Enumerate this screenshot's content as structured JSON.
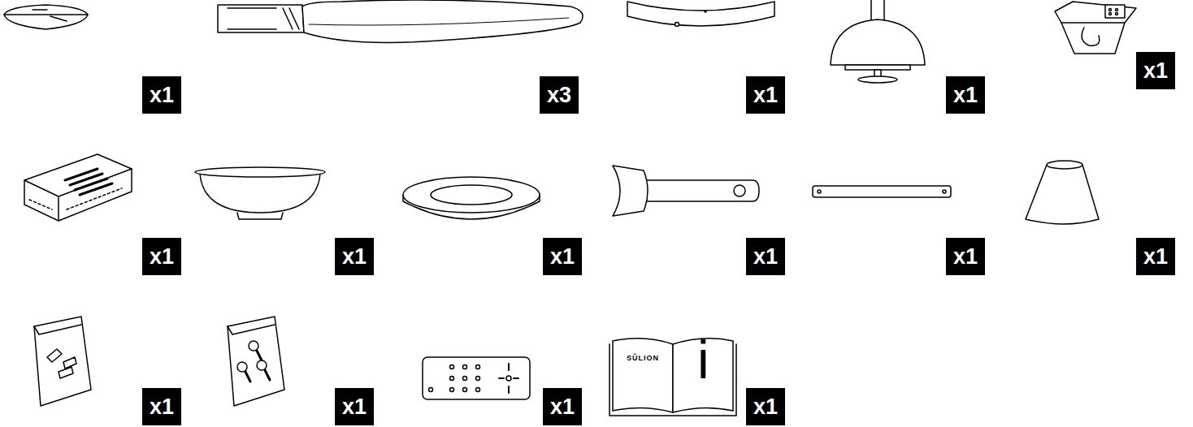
{
  "diagram": {
    "nodes": [
      {
        "text": [
          "x1"
        ]
      },
      {
        "text": [
          "x3"
        ]
      },
      {
        "text": [
          "x1"
        ]
      },
      {
        "text": [
          "x1"
        ]
      },
      {
        "text": [
          "x1"
        ]
      },
      {
        "text": [
          "x1"
        ]
      },
      {
        "text": [
          "x1"
        ]
      },
      {
        "text": [
          "x1"
        ]
      },
      {
        "text": [
          "x1"
        ]
      },
      {
        "text": [
          "x1"
        ]
      },
      {
        "text": [
          "x1"
        ]
      },
      {
        "text": [
          "x1"
        ]
      },
      {
        "text": [
          "x1"
        ]
      },
      {
        "text": [
          "x1"
        ]
      },
      {
        "text": [
          "x1"
        ]
      }
    ],
    "labels": [
      "SÛLION",
      "i"
    ]
  }
}
